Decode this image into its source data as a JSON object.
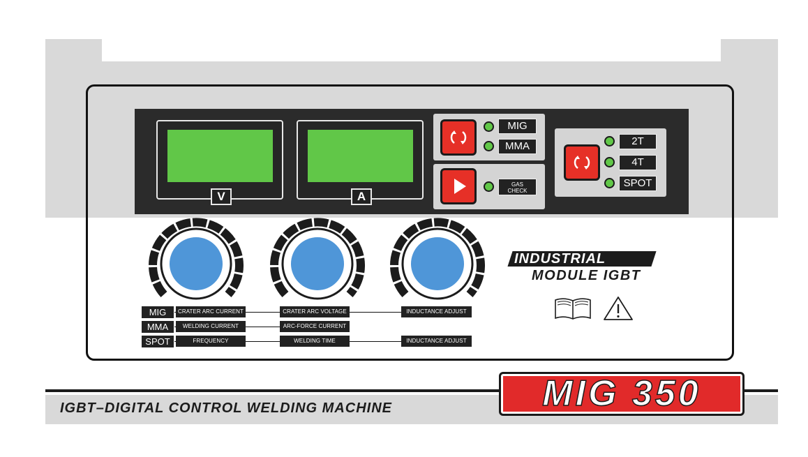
{
  "meters": {
    "voltage_label": "V",
    "current_label": "A"
  },
  "mode_selector": {
    "options": [
      "MIG",
      "MMA"
    ]
  },
  "gas_check": {
    "label_line1": "GAS",
    "label_line2": "CHECK"
  },
  "trigger_selector": {
    "options": [
      "2T",
      "4T",
      "SPOT"
    ]
  },
  "function_table": {
    "modes": [
      "MIG",
      "MMA",
      "SPOT"
    ],
    "rows": [
      [
        "CRATER ARC CURRENT",
        "CRATER ARC VOLTAGE",
        "INDUCTANCE ADJUST"
      ],
      [
        "WELDING CURRENT",
        "ARC-FORCE CURRENT",
        ""
      ],
      [
        "FREQUENCY",
        "WELDING TIME",
        "INDUCTANCE ADJUST"
      ]
    ]
  },
  "branding": {
    "line1": "INDUSTRIAL",
    "line2": "MODULE IGBT",
    "subtitle": "IGBT–DIGITAL CONTROL WELDING MACHINE",
    "model": "MIG 350"
  },
  "colors": {
    "display_green": "#61c748",
    "knob_blue": "#4f96d8",
    "accent_red": "#e63027",
    "panel_grey": "#d9d9d9",
    "dark": "#2b2b2b"
  }
}
